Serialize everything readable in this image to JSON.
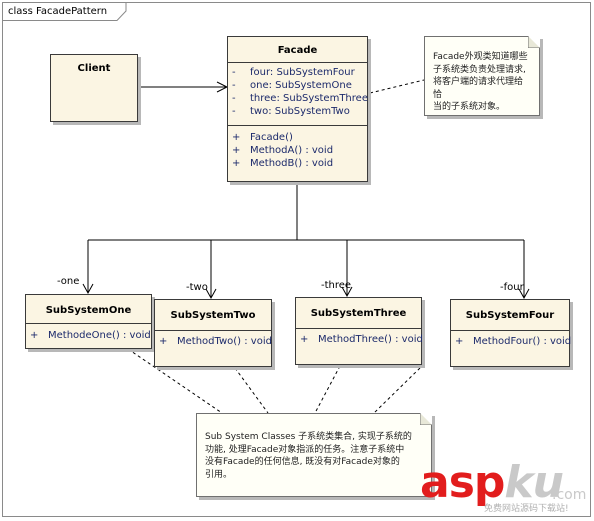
{
  "diagram": {
    "title": "class FacadePattern"
  },
  "client": {
    "name": "Client"
  },
  "facade": {
    "name": "Facade",
    "attributes": [
      {
        "vis": "-",
        "text": "four:  SubSystemFour"
      },
      {
        "vis": "-",
        "text": "one:  SubSystemOne"
      },
      {
        "vis": "-",
        "text": "three:  SubSystemThree"
      },
      {
        "vis": "-",
        "text": "two:  SubSystemTwo"
      }
    ],
    "operations": [
      {
        "vis": "+",
        "text": "Facade()"
      },
      {
        "vis": "+",
        "text": "MethodA() : void"
      },
      {
        "vis": "+",
        "text": "MethodB() : void"
      }
    ]
  },
  "facade_note": {
    "lines": [
      "Facade外观类知道哪些",
      "子系统类负责处理请求,",
      "将客户端的请求代理给恰",
      "当的子系统对象。"
    ]
  },
  "subsystems": [
    {
      "name": "SubSystemOne",
      "role": "-one",
      "op_vis": "+",
      "op": "MethodeOne() : void"
    },
    {
      "name": "SubSystemTwo",
      "role": "-two",
      "op_vis": "+",
      "op": "MethodTwo() : void"
    },
    {
      "name": "SubSystemThree",
      "role": "-three",
      "op_vis": "+",
      "op": "MethodThree() : void"
    },
    {
      "name": "SubSystemFour",
      "role": "-four",
      "op_vis": "+",
      "op": "MethodFour() : void"
    }
  ],
  "subsystem_note": {
    "lines": [
      "Sub System Classes 子系统类集合, 实现子系统的",
      "功能, 处理Facade对象指派的任务。注意子系统中",
      "没有Facade的任何信息, 既没有对Facade对象的",
      "引用。"
    ]
  },
  "watermark": {
    "asp": "asp",
    "ku": "ku",
    "dot_com": ".com",
    "sub": "免费网站源码下载站!"
  }
}
